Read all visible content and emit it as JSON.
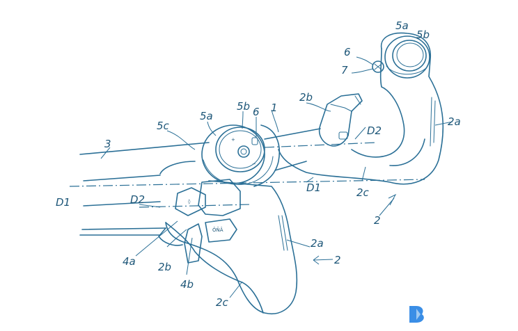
{
  "labels": {
    "l1": "1",
    "l2a_left": "2a",
    "l2a_right": "2a",
    "l2b_left": "2b",
    "l2b_right": "2b",
    "l2c_left": "2c",
    "l2c_right": "2c",
    "l2_left": "2",
    "l2_right": "2",
    "l3": "3",
    "l4a": "4a",
    "l4b": "4b",
    "l5a_center": "5a",
    "l5b_center": "5b",
    "l5c": "5c",
    "l5a_right": "5a",
    "l5b_right": "5b",
    "l6_center": "6",
    "l6_right": "6",
    "l7": "7",
    "ld1_left": "D1",
    "ld1_right": "D1",
    "ld2_left": "D2",
    "ld2_right": "D2"
  },
  "accent": "#2a6f96"
}
